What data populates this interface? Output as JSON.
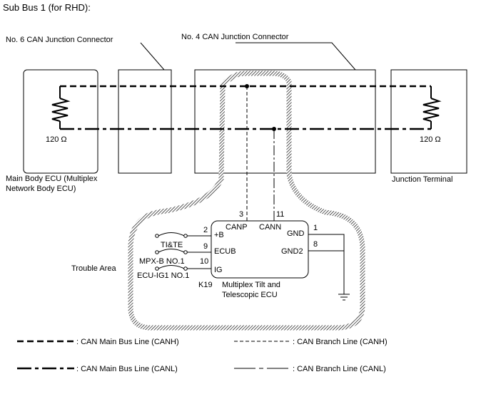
{
  "title": "Sub Bus 1 (for RHD):",
  "callouts": {
    "no6_connector": "No. 6 CAN Junction Connector",
    "no4_connector": "No. 4 CAN Junction Connector"
  },
  "main_body_ecu": {
    "resistor": "120 Ω",
    "label_line1": "Main Body ECU (Multiplex",
    "label_line2": "Network Body ECU)"
  },
  "junction_terminal": {
    "resistor": "120 Ω",
    "label": "Junction Terminal"
  },
  "trouble_area": "Trouble Area",
  "ecu": {
    "connector": "K19",
    "name_line1": "Multiplex Tilt and",
    "name_line2": "Telescopic ECU",
    "pins": {
      "canp": {
        "num": "3",
        "label": "CANP"
      },
      "cann": {
        "num": "11",
        "label": "CANN"
      },
      "b": {
        "num": "2",
        "label": "+B"
      },
      "ecub": {
        "num": "9",
        "label": "ECUB"
      },
      "ig": {
        "num": "10",
        "label": "IG"
      },
      "gnd": {
        "num": "1",
        "label": "GND"
      },
      "gnd2": {
        "num": "8",
        "label": "GND2"
      }
    },
    "fuses": {
      "ti_te": "TI&TE",
      "mpx_b": "MPX-B NO.1",
      "ecu_ig1": "ECU-IG1 NO.1"
    }
  },
  "legend": {
    "main_canh": ": CAN Main Bus Line (CANH)",
    "branch_canh": ": CAN Branch Line (CANH)",
    "main_canl": ": CAN Main Bus Line (CANL)",
    "branch_canl": ": CAN Branch Line (CANL)"
  }
}
